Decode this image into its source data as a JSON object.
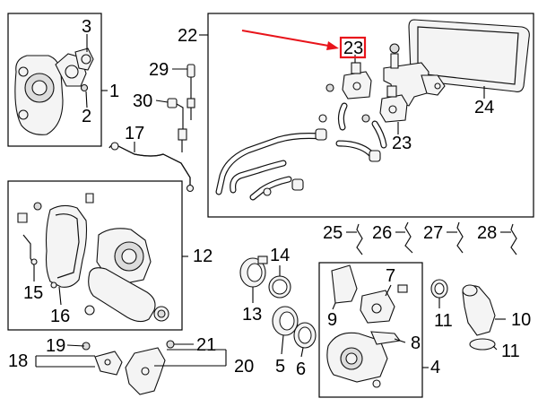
{
  "callouts": {
    "c1": "1",
    "c2": "2",
    "c3": "3",
    "c4": "4",
    "c5": "5",
    "c6": "6",
    "c7": "7",
    "c8": "8",
    "c9": "9",
    "c10": "10",
    "c11a": "11",
    "c11b": "11",
    "c12": "12",
    "c13": "13",
    "c14": "14",
    "c15": "15",
    "c16": "16",
    "c17": "17",
    "c18": "18",
    "c19": "19",
    "c20": "20",
    "c21": "21",
    "c22": "22",
    "c23a": "23",
    "c23b": "23",
    "c24": "24",
    "c25": "25",
    "c26": "26",
    "c27": "27",
    "c28": "28",
    "c29": "29",
    "c30": "30"
  },
  "highlight": {
    "part": "23",
    "color": "#e8141b"
  }
}
